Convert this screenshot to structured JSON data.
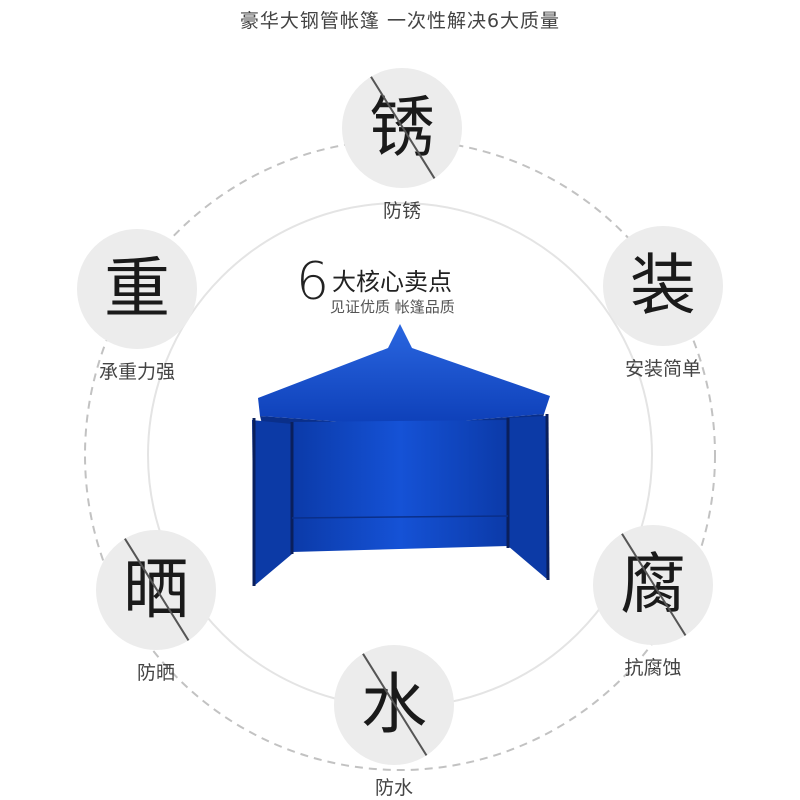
{
  "page_title": "豪华大钢管帐篷 一次性解决6大质量",
  "center": {
    "number": "6",
    "headline": "大核心卖点",
    "subline": "见证优质 帐篷品质"
  },
  "features": [
    {
      "key": "rust",
      "glyph": "锈",
      "caption": "防锈",
      "slashed": true,
      "icon": "rust-icon"
    },
    {
      "key": "install",
      "glyph": "装",
      "caption": "安装简单",
      "slashed": false,
      "icon": "install-icon"
    },
    {
      "key": "corrosion",
      "glyph": "腐",
      "caption": "抗腐蚀",
      "slashed": true,
      "icon": "corrosion-icon"
    },
    {
      "key": "water",
      "glyph": "水",
      "caption": "防水",
      "slashed": true,
      "icon": "water-icon"
    },
    {
      "key": "sun",
      "glyph": "晒",
      "caption": "防晒",
      "slashed": true,
      "icon": "sun-icon"
    },
    {
      "key": "load",
      "glyph": "重",
      "caption": "承重力强",
      "slashed": false,
      "icon": "load-icon"
    }
  ],
  "colors": {
    "tent_blue": "#1049c9",
    "tent_dark": "#0a2f8a",
    "disc_gray": "#ececec",
    "ring_gray": "#bbbbbb"
  }
}
